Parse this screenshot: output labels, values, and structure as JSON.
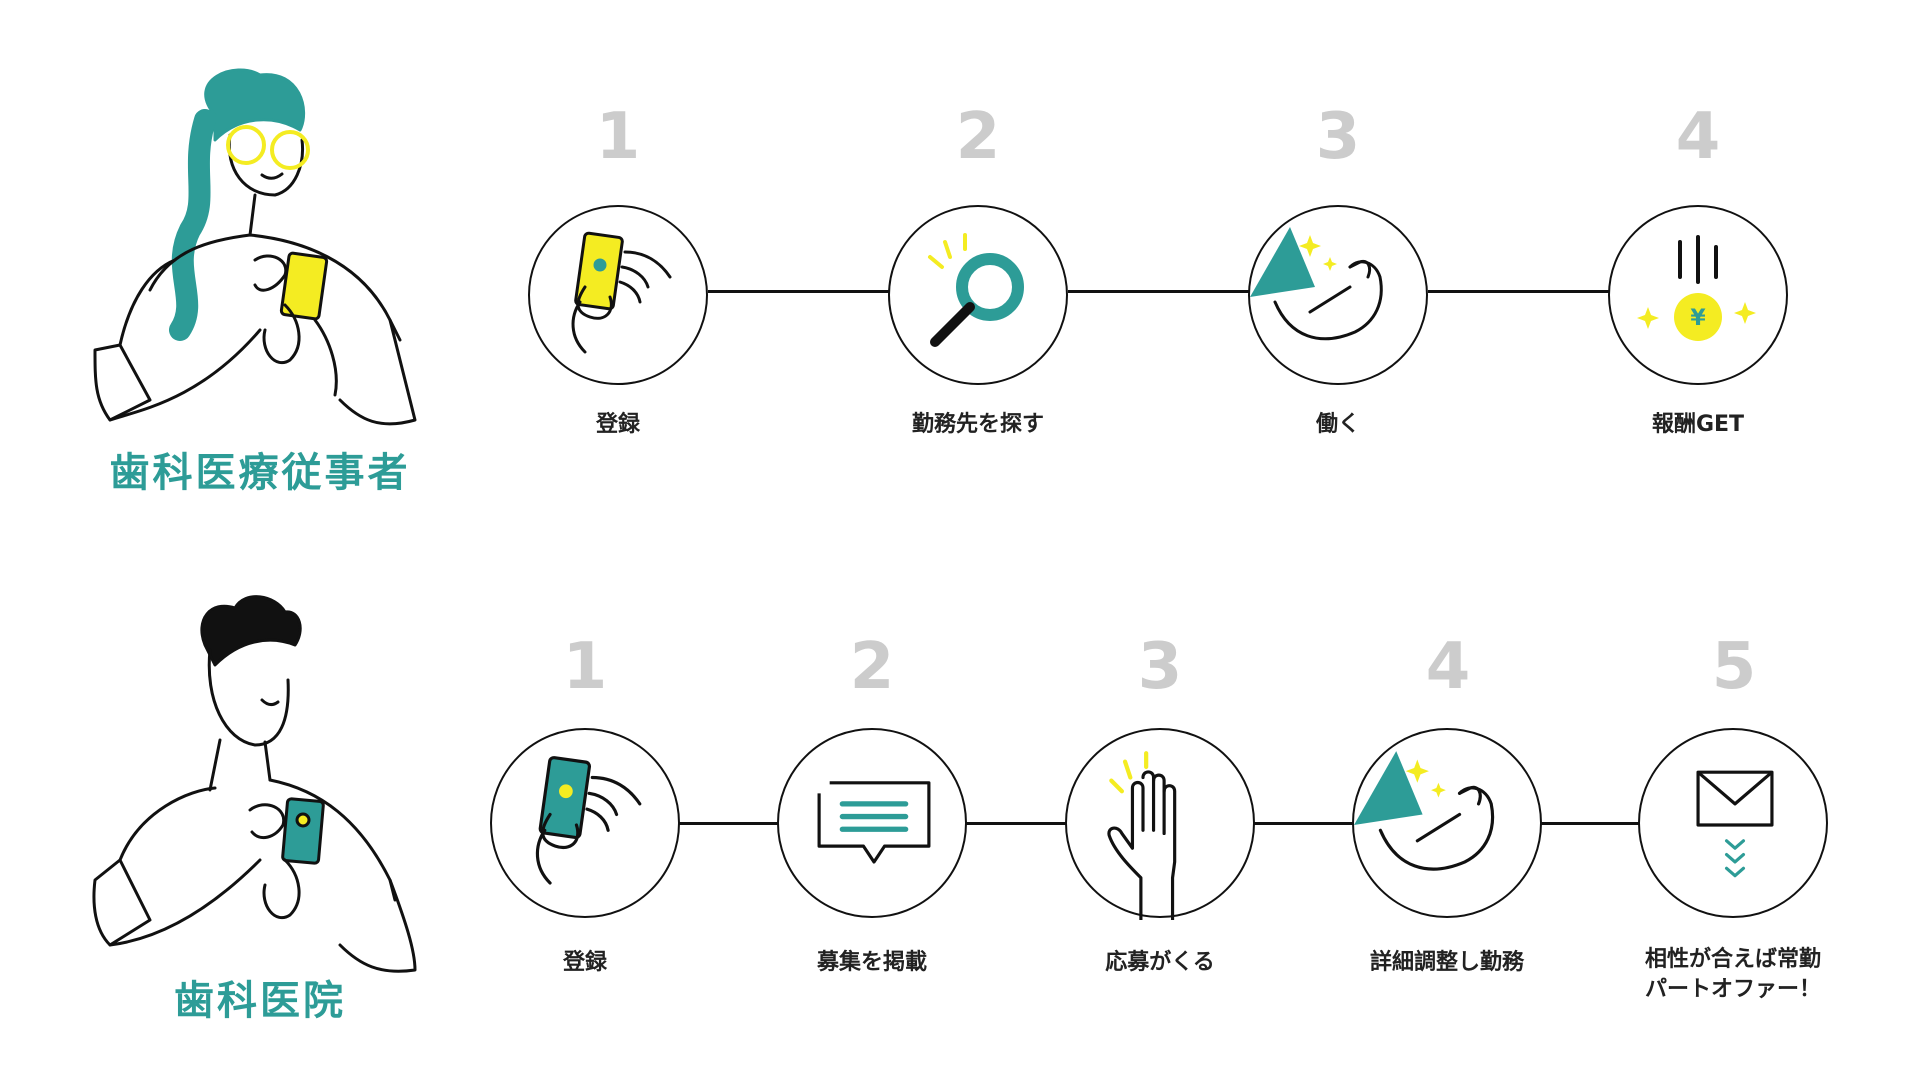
{
  "colors": {
    "teal": "#2d9c97",
    "yellow": "#f4ec22",
    "stroke": "#111111",
    "number_gray": "#cccccc"
  },
  "top": {
    "title": "歯科医療従事者",
    "steps": [
      {
        "number": "1",
        "label": "登録",
        "icon": "phone-hand-icon"
      },
      {
        "number": "2",
        "label": "勤務先を探す",
        "icon": "magnifier-icon"
      },
      {
        "number": "3",
        "label": "働く",
        "icon": "flexed-arm-icon"
      },
      {
        "number": "4",
        "label": "報酬GET",
        "icon": "yen-coin-icon"
      }
    ]
  },
  "bottom": {
    "title": "歯科医院",
    "steps": [
      {
        "number": "1",
        "label": "登録",
        "icon": "phone-hand-icon"
      },
      {
        "number": "2",
        "label": "募集を掲載",
        "icon": "message-board-icon"
      },
      {
        "number": "3",
        "label": "応募がくる",
        "icon": "raised-hand-icon"
      },
      {
        "number": "4",
        "label": "詳細調整し勤務",
        "icon": "flexed-arm-icon"
      },
      {
        "number": "5",
        "label_line1": "相性が合えば常勤",
        "label_line2": "パートオファー！",
        "icon": "envelope-icon"
      }
    ]
  }
}
